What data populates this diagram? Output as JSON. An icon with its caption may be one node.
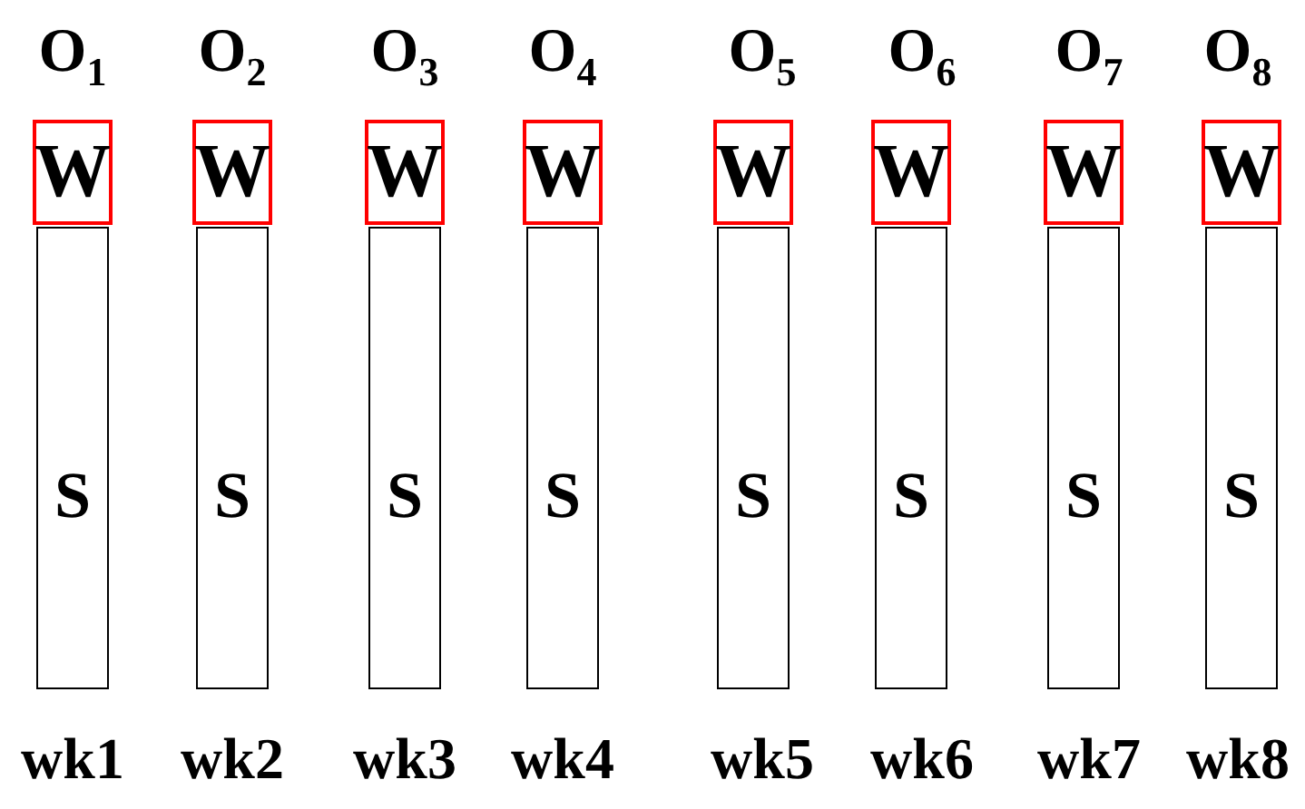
{
  "diagram": {
    "nodes": [
      {
        "text": [
          "W"
        ]
      },
      {
        "text": [
          "W"
        ]
      },
      {
        "text": [
          "W"
        ]
      },
      {
        "text": [
          "W"
        ]
      },
      {
        "text": [
          "W"
        ]
      },
      {
        "text": [
          "W"
        ]
      },
      {
        "text": [
          "W"
        ]
      },
      {
        "text": [
          "W"
        ]
      },
      {
        "text": [
          "S"
        ]
      },
      {
        "text": [
          "S"
        ]
      },
      {
        "text": [
          "S"
        ]
      },
      {
        "text": [
          "S"
        ]
      },
      {
        "text": [
          "S"
        ]
      },
      {
        "text": [
          "S"
        ]
      },
      {
        "text": [
          "S"
        ]
      },
      {
        "text": [
          "S"
        ]
      }
    ],
    "edges": [],
    "labels": [
      "O$_{1}$",
      "O$_{2}$",
      "O$_{3}$",
      "O$_{4}$",
      "O$_{5}$",
      "O$_{6}$",
      "O$_{7}$",
      "O$_{8}$",
      "wk1",
      "wk2",
      "wk3",
      "wk4",
      "wk5",
      "wk6",
      "wk7",
      "wk8"
    ]
  }
}
